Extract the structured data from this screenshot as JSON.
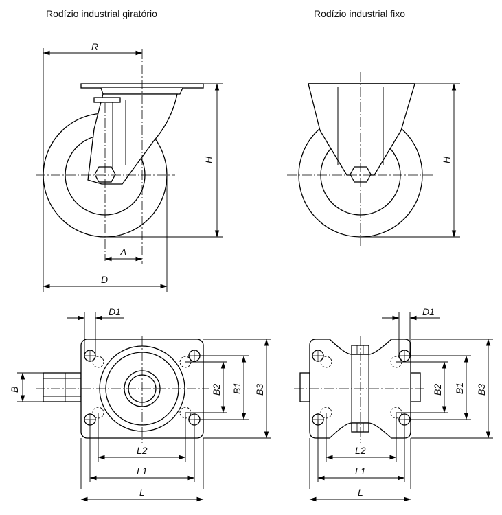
{
  "titles": {
    "swivel": "Rodízio industrial giratório",
    "fixed": "Rodízio industrial fixo"
  },
  "dimensions": {
    "R": "R",
    "H": "H",
    "A": "A",
    "D": "D",
    "D1": "D1",
    "B": "B",
    "B1": "B1",
    "B2": "B2",
    "B3": "B3",
    "L": "L",
    "L1": "L1",
    "L2": "L2"
  }
}
